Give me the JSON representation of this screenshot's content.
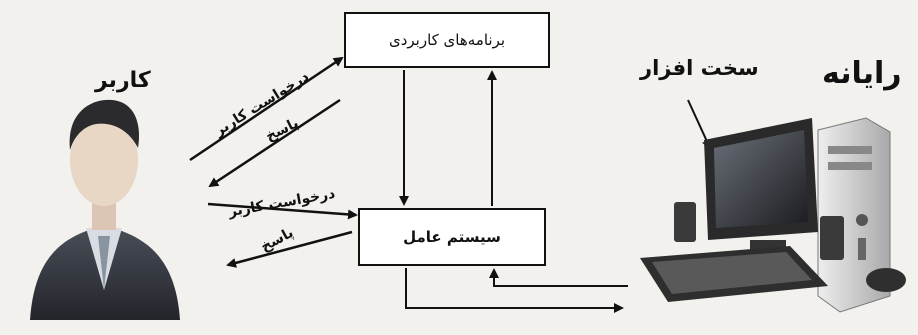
{
  "labels": {
    "applications": "برنامه‌های کاربردی",
    "os": "سیستم عامل",
    "user": "کاربر",
    "hardware": "سخت افزار",
    "computer": "رایانه",
    "request_to_apps": "درخواست کاربر",
    "response_from_apps": "پاسخ",
    "request_to_os": "درخواست کاربر",
    "response_from_os": "پاسخ"
  },
  "colors": {
    "line": "#111111",
    "suit": "#3a3d46",
    "skin": "#e9d7c6",
    "shirt": "#d8dde4",
    "monitor": "#2a2a2a",
    "case": "#d6d6d6"
  },
  "icons": [
    "user-avatar-icon",
    "computer-hardware-icon"
  ]
}
